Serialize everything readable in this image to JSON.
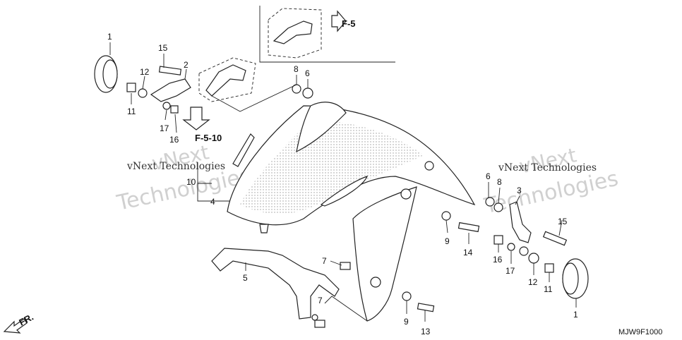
{
  "callouts": {
    "c1_left": "1",
    "c15_left": "15",
    "c2": "2",
    "c12_left": "12",
    "c11_left": "11",
    "c17_left": "17",
    "c16_left": "16",
    "c8_top": "8",
    "c6_top": "6",
    "c10": "10",
    "c4": "4",
    "c5": "5",
    "c7_upper": "7",
    "c7_lower": "7",
    "c9_upper": "9",
    "c14": "14",
    "c9_lower": "9",
    "c13": "13",
    "c6_right": "6",
    "c8_right": "8",
    "c3": "3",
    "c15_right": "15",
    "c16_right": "16",
    "c17_right": "17",
    "c12_right": "12",
    "c11_right": "11",
    "c1_right": "1"
  },
  "references": {
    "f5": "F-5",
    "f510": "F-5-10",
    "fr": "FR."
  },
  "watermark": {
    "line1_left": "vNext",
    "line2_left": "Technologies",
    "small_left": "vNext Technologies",
    "line1_right": "vNext",
    "line2_right": "Technologies",
    "small_right": "vNext Technologies"
  },
  "diagram_code": "MJW9F1000"
}
